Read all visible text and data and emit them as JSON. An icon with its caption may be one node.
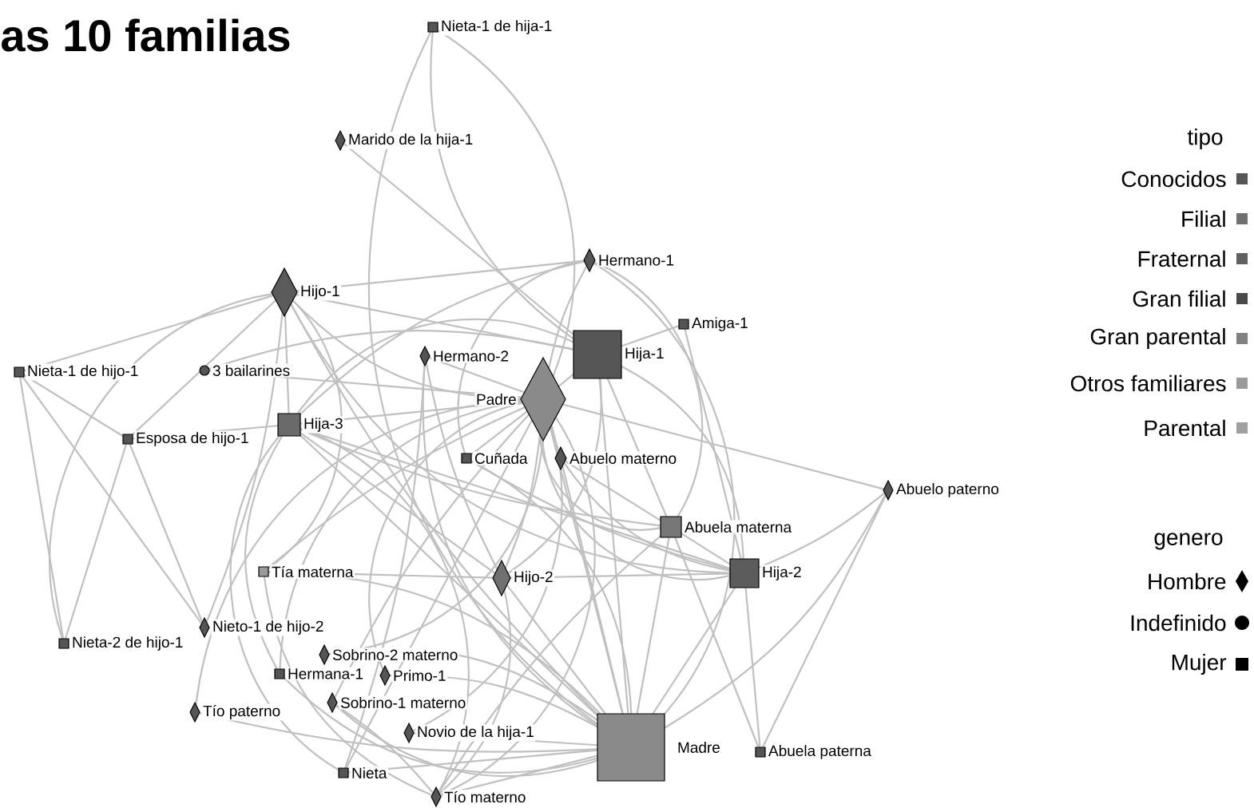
{
  "diagram": {
    "title": "as 10 familias",
    "nodes": [
      {
        "text": [
          "Nieta-1 de hija-1"
        ]
      },
      {
        "text": [
          "Marido de la hija-1"
        ]
      },
      {
        "text": [
          "Hermano-1"
        ]
      },
      {
        "text": [
          "Hijo-1"
        ]
      },
      {
        "text": [
          "Amiga-1"
        ]
      },
      {
        "text": [
          "Nieta-1 de hijo-1"
        ]
      },
      {
        "text": [
          "3 bailarines"
        ]
      },
      {
        "text": [
          "Hermano-2"
        ]
      },
      {
        "text": [
          "Hija-1"
        ]
      },
      {
        "text": [
          "Padre"
        ]
      },
      {
        "text": [
          "Hija-3"
        ]
      },
      {
        "text": [
          "Esposa de hijo-1"
        ]
      },
      {
        "text": [
          "Cuñada"
        ]
      },
      {
        "text": [
          "Abuelo materno"
        ]
      },
      {
        "text": [
          "Abuelo paterno"
        ]
      },
      {
        "text": [
          "Abuela materna"
        ]
      },
      {
        "text": [
          "Hija-2"
        ]
      },
      {
        "text": [
          "Tía materna"
        ]
      },
      {
        "text": [
          "Hijo-2"
        ]
      },
      {
        "text": [
          "Nieto-1 de hijo-2"
        ]
      },
      {
        "text": [
          "Tío paterno"
        ]
      },
      {
        "text": [
          "Nieta-2 de hijo-1"
        ]
      },
      {
        "text": [
          "Sobrino-2 materno"
        ]
      },
      {
        "text": [
          "Hermana-1"
        ]
      },
      {
        "text": [
          "Primo-1"
        ]
      },
      {
        "text": [
          "Sobrino-1 materno"
        ]
      },
      {
        "text": [
          "Novio de la hija-1"
        ]
      },
      {
        "text": [
          "Madre"
        ]
      },
      {
        "text": [
          "Abuela paterna"
        ]
      },
      {
        "text": [
          "Nieta"
        ]
      },
      {
        "text": [
          "Tío materno"
        ]
      }
    ],
    "edges": [
      {
        "from": 0,
        "to": 8,
        "arrow": "none"
      },
      {
        "from": 0,
        "to": 9,
        "arrow": "none"
      },
      {
        "from": 0,
        "to": 27,
        "arrow": "none"
      },
      {
        "from": 1,
        "to": 8,
        "arrow": "none"
      },
      {
        "from": 2,
        "to": 3,
        "arrow": "none"
      },
      {
        "from": 2,
        "to": 9,
        "arrow": "none"
      },
      {
        "from": 2,
        "to": 27,
        "arrow": "none"
      },
      {
        "from": 2,
        "to": 10,
        "arrow": "none"
      },
      {
        "from": 2,
        "to": 15,
        "arrow": "none"
      },
      {
        "from": 2,
        "to": 12,
        "arrow": "none"
      },
      {
        "from": 3,
        "to": 5,
        "arrow": "none"
      },
      {
        "from": 3,
        "to": 11,
        "arrow": "none"
      },
      {
        "from": 3,
        "to": 10,
        "arrow": "none"
      },
      {
        "from": 3,
        "to": 17,
        "arrow": "none"
      },
      {
        "from": 3,
        "to": 19,
        "arrow": "none"
      },
      {
        "from": 3,
        "to": 9,
        "arrow": "none"
      },
      {
        "from": 3,
        "to": 8,
        "arrow": "none"
      },
      {
        "from": 3,
        "to": 27,
        "arrow": "none"
      },
      {
        "from": 3,
        "to": 16,
        "arrow": "none"
      },
      {
        "from": 3,
        "to": 21,
        "arrow": "none"
      },
      {
        "from": 4,
        "to": 8,
        "arrow": "none"
      },
      {
        "from": 4,
        "to": 16,
        "arrow": "none"
      },
      {
        "from": 5,
        "to": 11,
        "arrow": "none"
      },
      {
        "from": 5,
        "to": 19,
        "arrow": "none"
      },
      {
        "from": 5,
        "to": 21,
        "arrow": "none"
      },
      {
        "from": 6,
        "to": 9,
        "arrow": "none"
      },
      {
        "from": 6,
        "to": 8,
        "arrow": "none"
      },
      {
        "from": 7,
        "to": 9,
        "arrow": "none"
      },
      {
        "from": 7,
        "to": 27,
        "arrow": "none"
      },
      {
        "from": 7,
        "to": 18,
        "arrow": "none"
      },
      {
        "from": 7,
        "to": 29,
        "arrow": "none"
      },
      {
        "from": 8,
        "to": 9,
        "arrow": "none"
      },
      {
        "from": 8,
        "to": 27,
        "arrow": "none"
      },
      {
        "from": 8,
        "to": 15,
        "arrow": "none"
      },
      {
        "from": 8,
        "to": 16,
        "arrow": "none"
      },
      {
        "from": 8,
        "to": 18,
        "arrow": "none"
      },
      {
        "from": 8,
        "to": 10,
        "arrow": "none"
      },
      {
        "from": 9,
        "to": 27,
        "arrow": "none"
      },
      {
        "from": 9,
        "to": 10,
        "arrow": "none"
      },
      {
        "from": 9,
        "to": 15,
        "arrow": "none"
      },
      {
        "from": 9,
        "to": 16,
        "arrow": "none"
      },
      {
        "from": 9,
        "to": 18,
        "arrow": "none"
      },
      {
        "from": 9,
        "to": 17,
        "arrow": "none"
      },
      {
        "from": 9,
        "to": 13,
        "arrow": "none"
      },
      {
        "from": 9,
        "to": 12,
        "arrow": "none"
      },
      {
        "from": 9,
        "to": 14,
        "arrow": "none"
      },
      {
        "from": 9,
        "to": 22,
        "arrow": "none"
      },
      {
        "from": 9,
        "to": 24,
        "arrow": "none"
      },
      {
        "from": 9,
        "to": 25,
        "arrow": "none"
      },
      {
        "from": 9,
        "to": 26,
        "arrow": "none"
      },
      {
        "from": 9,
        "to": 29,
        "arrow": "none"
      },
      {
        "from": 9,
        "to": 30,
        "arrow": "none"
      },
      {
        "from": 9,
        "to": 23,
        "arrow": "none"
      },
      {
        "from": 10,
        "to": 27,
        "arrow": "none"
      },
      {
        "from": 10,
        "to": 16,
        "arrow": "none"
      },
      {
        "from": 10,
        "to": 18,
        "arrow": "none"
      },
      {
        "from": 10,
        "to": 15,
        "arrow": "none"
      },
      {
        "from": 10,
        "to": 29,
        "arrow": "none"
      },
      {
        "from": 10,
        "to": 30,
        "arrow": "none"
      },
      {
        "from": 10,
        "to": 23,
        "arrow": "none"
      },
      {
        "from": 10,
        "to": 11,
        "arrow": "none"
      },
      {
        "from": 11,
        "to": 21,
        "arrow": "none"
      },
      {
        "from": 11,
        "to": 19,
        "arrow": "none"
      },
      {
        "from": 12,
        "to": 27,
        "arrow": "none"
      },
      {
        "from": 12,
        "to": 16,
        "arrow": "none"
      },
      {
        "from": 13,
        "to": 27,
        "arrow": "none"
      },
      {
        "from": 13,
        "to": 15,
        "arrow": "none"
      },
      {
        "from": 13,
        "to": 16,
        "arrow": "none"
      },
      {
        "from": 14,
        "to": 27,
        "arrow": "none"
      },
      {
        "from": 14,
        "to": 28,
        "arrow": "none"
      },
      {
        "from": 14,
        "to": 16,
        "arrow": "none"
      },
      {
        "from": 15,
        "to": 27,
        "arrow": "none"
      },
      {
        "from": 15,
        "to": 16,
        "arrow": "none"
      },
      {
        "from": 15,
        "to": 28,
        "arrow": "none"
      },
      {
        "from": 16,
        "to": 27,
        "arrow": "none"
      },
      {
        "from": 16,
        "to": 28,
        "arrow": "none"
      },
      {
        "from": 16,
        "to": 18,
        "arrow": "none"
      },
      {
        "from": 17,
        "to": 18,
        "arrow": "none"
      },
      {
        "from": 17,
        "to": 27,
        "arrow": "none"
      },
      {
        "from": 17,
        "to": 30,
        "arrow": "none"
      },
      {
        "from": 18,
        "to": 27,
        "arrow": "none"
      },
      {
        "from": 18,
        "to": 30,
        "arrow": "none"
      },
      {
        "from": 20,
        "to": 27,
        "arrow": "none"
      },
      {
        "from": 20,
        "to": 9,
        "arrow": "none"
      },
      {
        "from": 22,
        "to": 27,
        "arrow": "none"
      },
      {
        "from": 23,
        "to": 27,
        "arrow": "none"
      },
      {
        "from": 24,
        "to": 27,
        "arrow": "none"
      },
      {
        "from": 25,
        "to": 27,
        "arrow": "none"
      },
      {
        "from": 25,
        "to": 30,
        "arrow": "none"
      },
      {
        "from": 26,
        "to": 27,
        "arrow": "none"
      },
      {
        "from": 29,
        "to": 27,
        "arrow": "none"
      },
      {
        "from": 30,
        "to": 27,
        "arrow": "none"
      },
      {
        "from": 30,
        "to": 15,
        "arrow": "none"
      }
    ],
    "labels": [
      "tipo",
      "genero"
    ],
    "legend": [
      {
        "text": "Conocidos",
        "color": "#555555"
      },
      {
        "text": "Filial",
        "color": "#707070"
      },
      {
        "text": "Fraternal",
        "color": "#606060"
      },
      {
        "text": "Gran filial",
        "color": "#4a4a4a"
      },
      {
        "text": "Gran parental",
        "color": "#808080"
      },
      {
        "text": "Otros familiares",
        "color": "#9a9a9a"
      },
      {
        "text": "Parental",
        "color": "#a0a0a0"
      },
      {
        "text": "Hombre"
      },
      {
        "text": "Indefinido"
      },
      {
        "text": "Mujer"
      }
    ]
  }
}
